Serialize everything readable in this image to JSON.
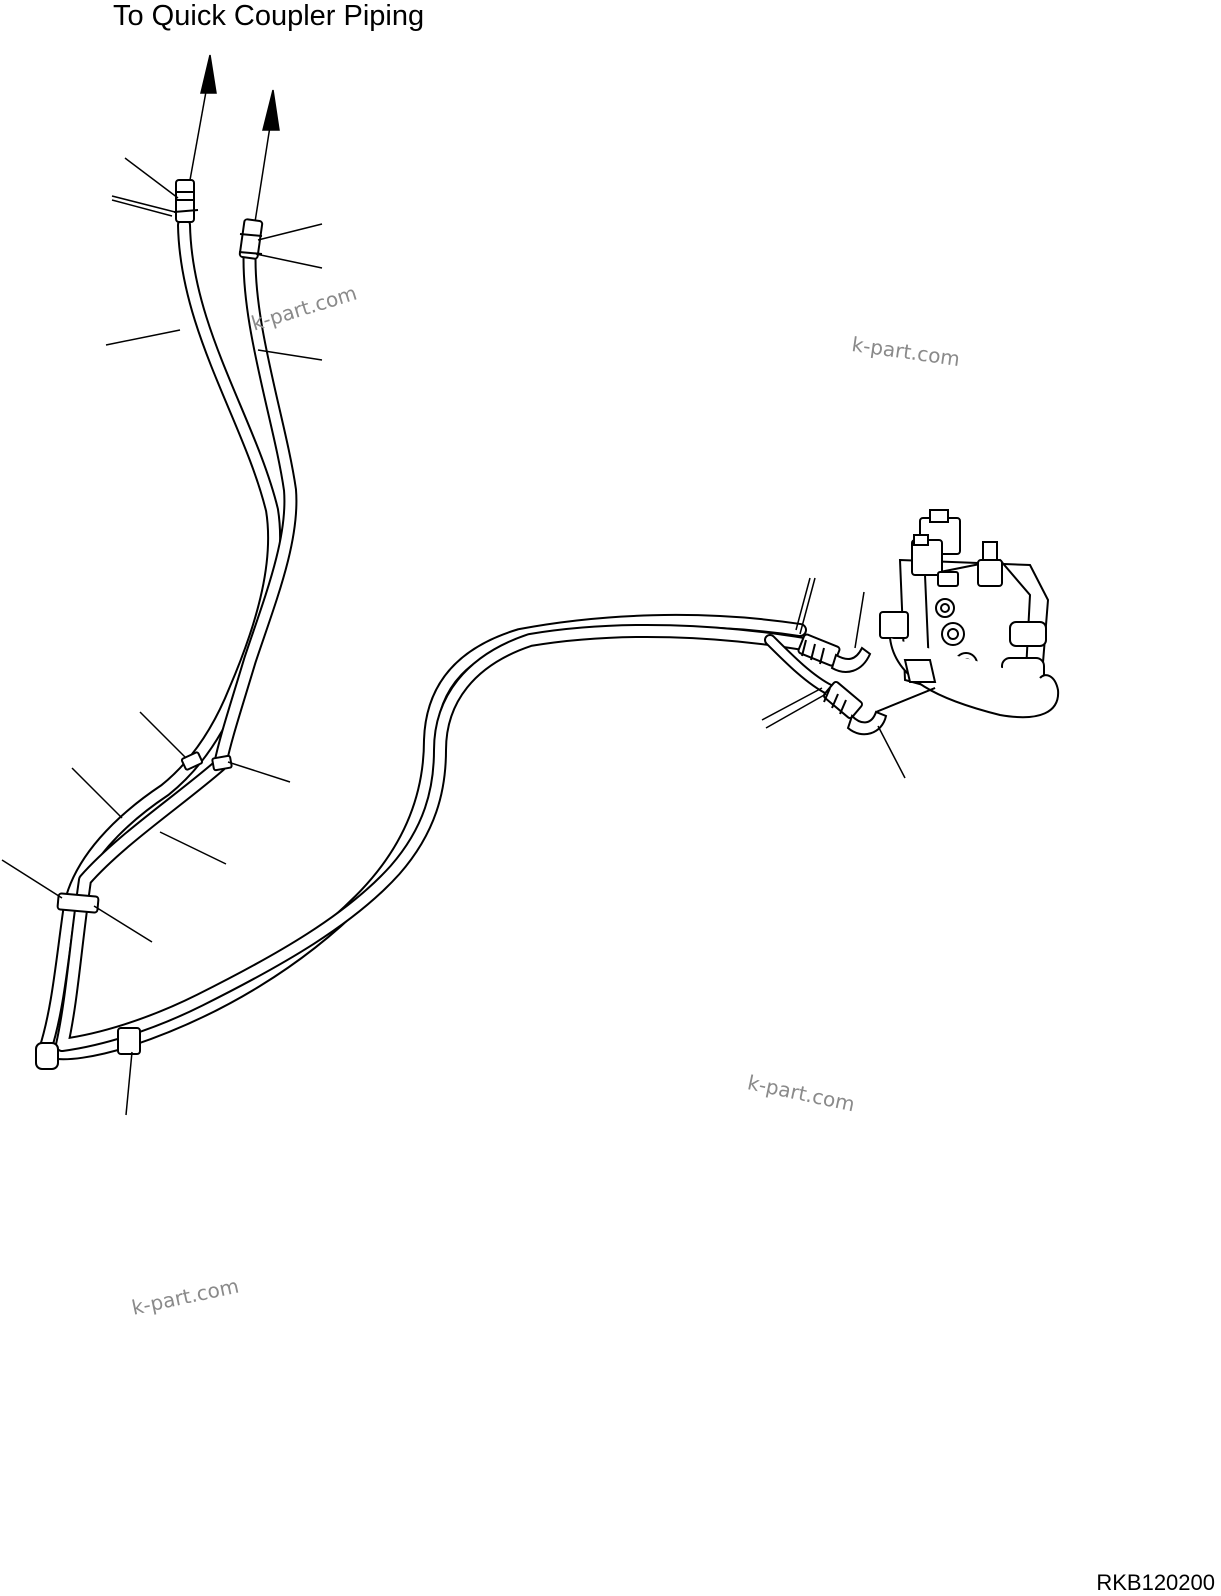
{
  "title": "To Quick Coupler Piping",
  "figure_id": "RKB120200",
  "watermark": "k-part.com",
  "colors": {
    "line": "#000000",
    "background": "#ffffff",
    "watermark": "#8a8a8a"
  }
}
